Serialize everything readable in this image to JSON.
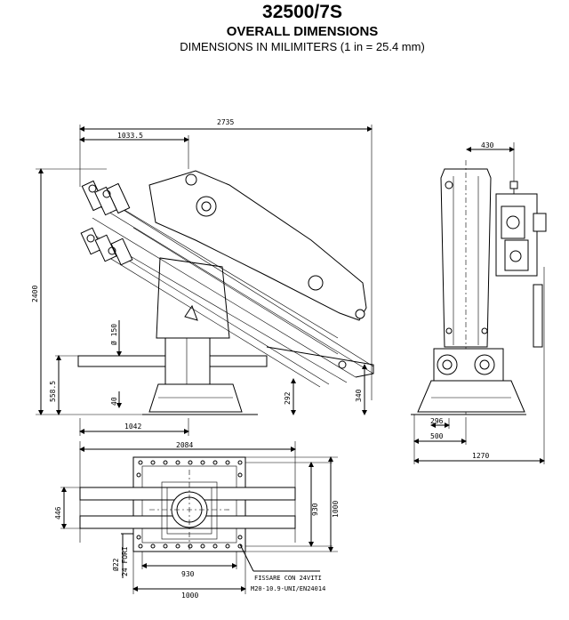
{
  "header": {
    "title": "32500/7S",
    "subtitle": "OVERALL DIMENSIONS",
    "units_note": "DIMENSIONS IN MILIMITERS  (1 in = 25.4 mm)"
  },
  "side_view": {
    "overall_length": "2735",
    "reach_offset": "1033.5",
    "overall_height": "2400",
    "column_diameter": "Ø 150",
    "base_height": "558.5",
    "base_plate": "40",
    "base_length": "1042",
    "boom_clearance": "292",
    "stand_height": "340"
  },
  "front_view": {
    "top_width": "430",
    "offset_small": "296",
    "offset_mid": "500",
    "overall_width": "1270"
  },
  "plan_view": {
    "overall_length": "2084",
    "rail_spacing": "446",
    "inner_depth": "930",
    "outer_depth": "1000",
    "hole_diameter": "Ø22",
    "hole_count_label": "24 FORI",
    "inner_width": "930",
    "outer_width": "1000",
    "mount_note_line1": "FISSARE CON 24VITI",
    "mount_note_line2": "M20-10.9-UNI/EN24014"
  }
}
